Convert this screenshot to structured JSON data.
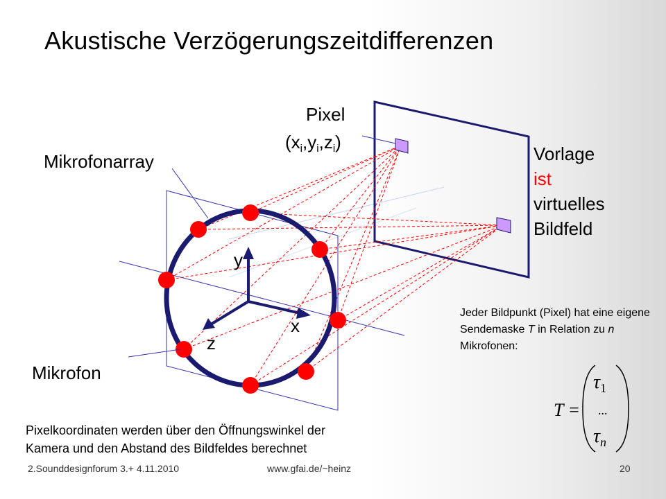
{
  "title": "Akustische Verzögerungszeitdifferenzen",
  "labels": {
    "pixel": "Pixel",
    "pixel_coords_open": "(x",
    "pixel_sub": "i",
    "pixel_comma": ",",
    "pixel_y": "y",
    "pixel_z": "z",
    "pixel_coords_close": ")",
    "vorlage": "Vorlage",
    "ist": "ist",
    "virtuelles": "virtuelles",
    "bildfeld": "Bildfeld",
    "mikrofonarray": "Mikrofonarray",
    "mikrofon": "Mikrofon",
    "axis_x": "x",
    "axis_y": "y",
    "axis_z": "z"
  },
  "sendemaske": {
    "part1": "Jeder Bildpunkt (Pixel) hat eine eigene Sendemaske ",
    "T": "T",
    "part2": " in Relation zu ",
    "n": "n",
    "part3": " Mikrofonen:"
  },
  "formula": {
    "lhs": "T =",
    "tau": "τ",
    "sub1": "1",
    "dots": "...",
    "subn": "n"
  },
  "bottom_text": {
    "line1": "Pixelkoordinaten werden über den Öffnungswinkel der",
    "line2": "Kamera und den Abstand des Bildfeldes berechnet"
  },
  "footer": {
    "left": "2.Sounddesignforum  3.+ 4.11.2010",
    "center": "www.gfai.de/~heinz",
    "page": "20"
  },
  "colors": {
    "navy": "#1a1a6e",
    "mic_red": "#ff0000",
    "ray_red": "#ff0000",
    "pixel_fill": "#cc99ff",
    "guide_blue": "#3333aa",
    "faint_blue": "#c8d4f0"
  }
}
